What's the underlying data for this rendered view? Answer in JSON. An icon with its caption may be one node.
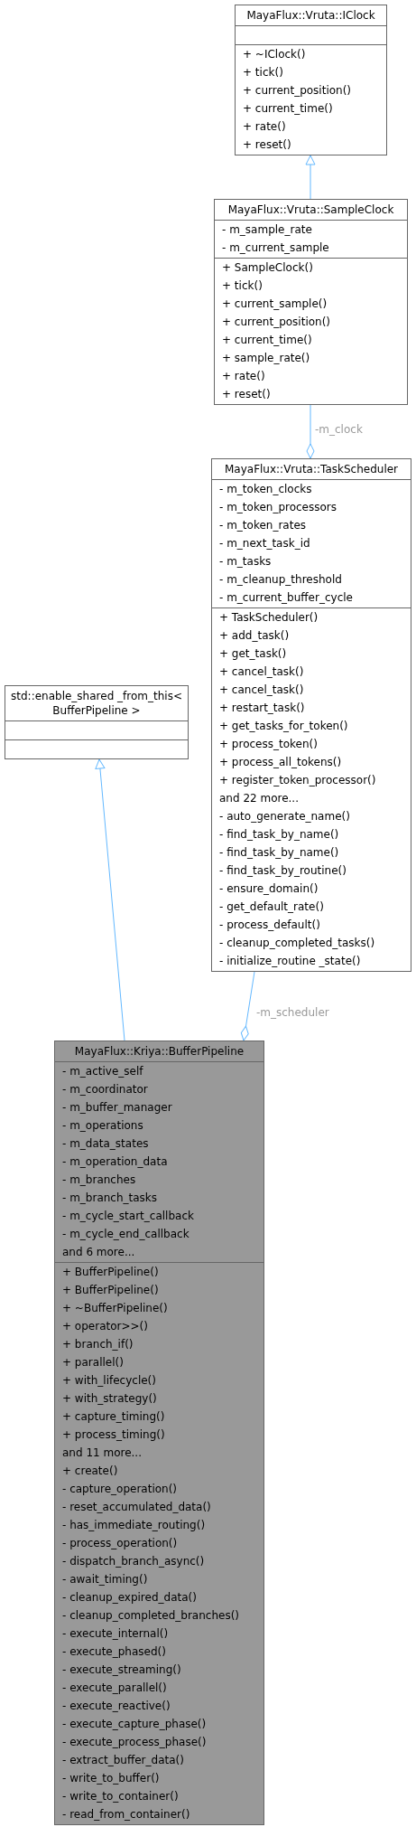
{
  "diagram": {
    "nodes": [
      {
        "text": [
          "MayaFlux::Vruta::IClock",
          "+ ~IClock()",
          "+ tick()",
          "+ current_position()",
          "+ current_time()",
          "+ rate()",
          "+ reset()"
        ]
      },
      {
        "text": [
          "MayaFlux::Vruta::SampleClock",
          "- m_sample_rate",
          "- m_current_sample",
          "+ SampleClock()",
          "+ tick()",
          "+ current_sample()",
          "+ current_position()",
          "+ current_time()",
          "+ sample_rate()",
          "+ rate()",
          "+ reset()"
        ]
      },
      {
        "text": [
          "MayaFlux::Vruta::TaskScheduler",
          "- m_token_clocks",
          "- m_token_processors",
          "- m_token_rates",
          "- m_next_task_id",
          "- m_tasks",
          "- m_cleanup_threshold",
          "- m_current_buffer_cycle",
          "+ TaskScheduler()",
          "+ add_task()",
          "+ get_task()",
          "+ cancel_task()",
          "+ cancel_task()",
          "+ restart_task()",
          "+ get_tasks_for_token()",
          "+ process_token()",
          "+ process_all_tokens()",
          "+ register_token_processor()",
          "and 22 more...",
          "- auto_generate_name()",
          "- find_task_by_name()",
          "- find_task_by_name()",
          "- find_task_by_routine()",
          "- ensure_domain()",
          "- get_default_rate()",
          "- process_default()",
          "- cleanup_completed_tasks()",
          "- initialize_routine _state()"
        ]
      },
      {
        "text": [
          "std::enable_shared _from_this< BufferPipeline >"
        ]
      },
      {
        "text": [
          "MayaFlux::Kriya::BufferPipeline",
          "- m_active_self",
          "- m_coordinator",
          "- m_buffer_manager",
          "- m_operations",
          "- m_data_states",
          "- m_operation_data",
          "- m_branches",
          "- m_branch_tasks",
          "- m_cycle_start_callback",
          "- m_cycle_end_callback",
          "and 6 more...",
          "+ BufferPipeline()",
          "+ BufferPipeline()",
          "+ ~BufferPipeline()",
          "+ operator>>()",
          "+ branch_if()",
          "+ parallel()",
          "+ with_lifecycle()",
          "+ with_strategy()",
          "+ capture_timing()",
          "+ process_timing()",
          "and 11 more...",
          "+ create()",
          "- capture_operation()",
          "- reset_accumulated_data()",
          "- has_immediate_routing()",
          "- process_operation()",
          "- dispatch_branch_async()",
          "- await_timing()",
          "- cleanup_expired_data()",
          "- cleanup_completed_branches()",
          "- execute_internal()",
          "- execute_phased()",
          "- execute_streaming()",
          "- execute_parallel()",
          "- execute_reactive()",
          "- execute_capture_phase()",
          "- execute_process_phase()",
          "- extract_buffer_data()",
          "- write_to_buffer()",
          "- write_to_container()",
          "- read_from_container()"
        ]
      }
    ],
    "edges": [
      {
        "from": 1,
        "to": 0,
        "arrow": "to"
      },
      {
        "from": 1,
        "to": 2,
        "arrow": "other",
        "label": "-m_clock"
      },
      {
        "from": 4,
        "to": 3,
        "arrow": "to"
      },
      {
        "from": 2,
        "to": 4,
        "arrow": "other",
        "label": "-m_scheduler"
      }
    ]
  }
}
